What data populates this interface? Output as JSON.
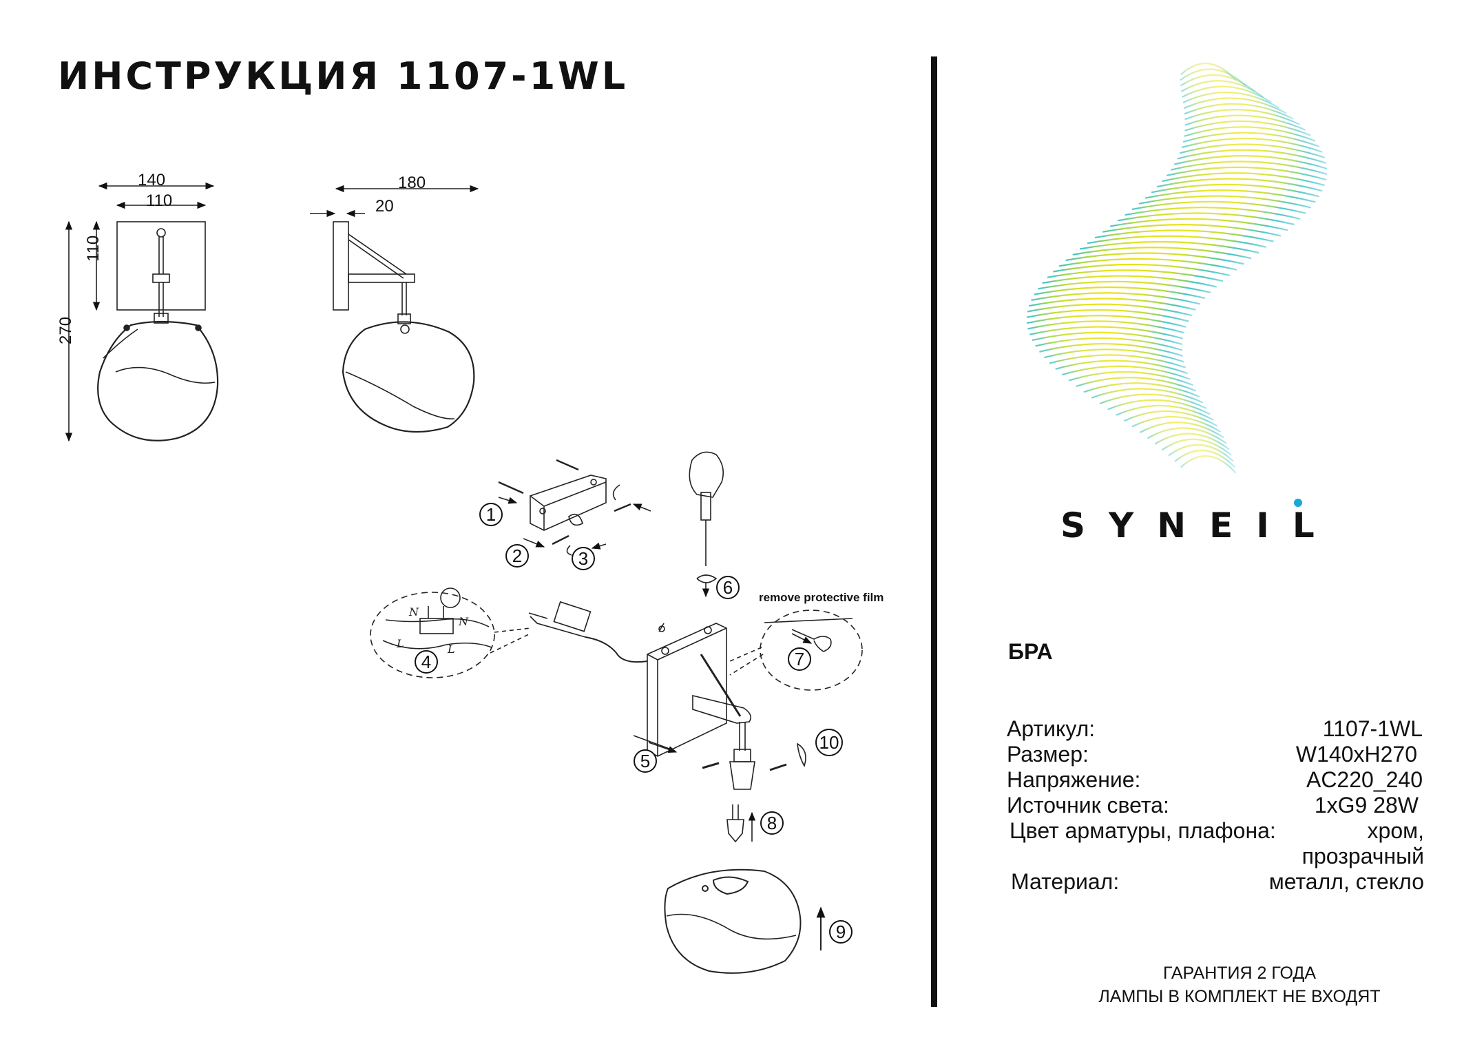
{
  "document": {
    "title": "ИНСТРУКЦИЯ 1107-1WL"
  },
  "dimensions": {
    "front": {
      "width_total": "140",
      "width_base": "110",
      "height_base": "110",
      "height_total": "270"
    },
    "side": {
      "depth_total": "180",
      "depth_base": "20"
    }
  },
  "assembly": {
    "steps": [
      "1",
      "2",
      "3",
      "4",
      "5",
      "6",
      "7",
      "8",
      "9",
      "10"
    ],
    "note": "remove protective film",
    "wire_labels": [
      "N",
      "N",
      "L",
      "L"
    ]
  },
  "brand": {
    "name": "SYNEIL",
    "logo_colors": {
      "top": "#e6e21a",
      "middle": "#7fd07a",
      "bottom": "#2bb8d8",
      "dot": "#1aa8d8"
    }
  },
  "product": {
    "type": "БРА",
    "specs": [
      {
        "label": "Артикул:",
        "value": "1107-1WL"
      },
      {
        "label": "Размер:",
        "value": "W140xH270"
      },
      {
        "label": "Напряжение:",
        "value": "AC220_240"
      },
      {
        "label": "Источник света:",
        "value": "1xG9 28W"
      },
      {
        "label": "Цвет арматуры, плафона:",
        "value": "хром,"
      },
      {
        "label": "",
        "value": "прозрачный"
      },
      {
        "label": "Материал:",
        "value": "металл, стекло"
      }
    ]
  },
  "footer": {
    "warranty": "ГАРАНТИЯ 2 ГОДА",
    "lamps_note": "ЛАМПЫ В КОМПЛЕКТ НЕ ВХОДЯТ"
  }
}
